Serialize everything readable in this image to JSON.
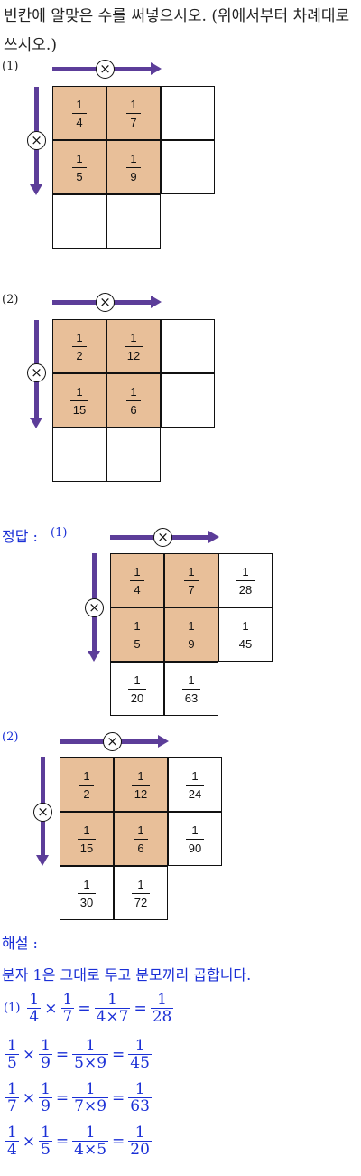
{
  "question": {
    "text": "빈칸에 알맞은 수를 써넣으시오. (위에서부터 차례대로 쓰시오.)",
    "part1_label": "(1)",
    "part2_label": "(2)",
    "times_symbol": "×"
  },
  "grid1": {
    "row0": [
      {
        "n": "1",
        "d": "4"
      },
      {
        "n": "1",
        "d": "7"
      }
    ],
    "row1": [
      {
        "n": "1",
        "d": "5"
      },
      {
        "n": "1",
        "d": "9"
      }
    ]
  },
  "grid2": {
    "row0": [
      {
        "n": "1",
        "d": "2"
      },
      {
        "n": "1",
        "d": "12"
      }
    ],
    "row1": [
      {
        "n": "1",
        "d": "15"
      },
      {
        "n": "1",
        "d": "6"
      }
    ]
  },
  "answer": {
    "label": "정답 :",
    "part1_label": "(1)",
    "part2_label": "(2)",
    "grid1": {
      "r0": [
        {
          "n": "1",
          "d": "4"
        },
        {
          "n": "1",
          "d": "7"
        },
        {
          "n": "1",
          "d": "28"
        }
      ],
      "r1": [
        {
          "n": "1",
          "d": "5"
        },
        {
          "n": "1",
          "d": "9"
        },
        {
          "n": "1",
          "d": "45"
        }
      ],
      "r2": [
        {
          "n": "1",
          "d": "20"
        },
        {
          "n": "1",
          "d": "63"
        }
      ]
    },
    "grid2": {
      "r0": [
        {
          "n": "1",
          "d": "2"
        },
        {
          "n": "1",
          "d": "12"
        },
        {
          "n": "1",
          "d": "24"
        }
      ],
      "r1": [
        {
          "n": "1",
          "d": "15"
        },
        {
          "n": "1",
          "d": "6"
        },
        {
          "n": "1",
          "d": "90"
        }
      ],
      "r2": [
        {
          "n": "1",
          "d": "30"
        },
        {
          "n": "1",
          "d": "72"
        }
      ]
    }
  },
  "explanation": {
    "label": "해설 :",
    "text": "분자 1은 그대로 두고 분모끼리 곱합니다.",
    "part1_label": "(1)",
    "eq1": {
      "a": "1",
      "ad": "4",
      "b": "1",
      "bd": "7",
      "m": "1",
      "md": "4×7",
      "r": "1",
      "rd": "28"
    },
    "eq2": {
      "a": "1",
      "ad": "5",
      "b": "1",
      "bd": "9",
      "m": "1",
      "md": "5×9",
      "r": "1",
      "rd": "45"
    },
    "eq3": {
      "a": "1",
      "ad": "7",
      "b": "1",
      "bd": "9",
      "m": "1",
      "md": "7×9",
      "r": "1",
      "rd": "63"
    },
    "eq4": {
      "a": "1",
      "ad": "4",
      "b": "1",
      "bd": "5",
      "m": "1",
      "md": "4×5",
      "r": "1",
      "rd": "20"
    },
    "times": "×",
    "equals": "="
  },
  "colors": {
    "accent_fill": "#e8bf99",
    "arrow": "#5c3d99",
    "answer_text": "#1a2fd6"
  }
}
